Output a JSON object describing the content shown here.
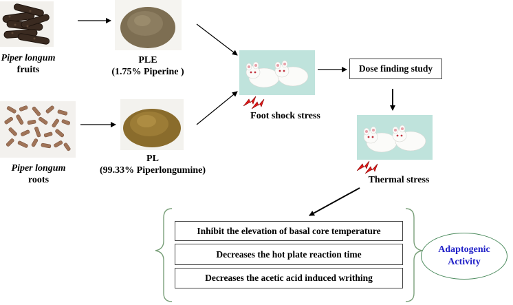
{
  "sources": {
    "fruits": {
      "name": "Piper longum",
      "part": "fruits"
    },
    "roots": {
      "name": "Piper longum",
      "part": "roots"
    }
  },
  "extracts": {
    "ple": {
      "name": "PLE",
      "detail": "(1.75% Piperine )"
    },
    "pl": {
      "name": "PL",
      "detail": "(99.33% Piperlongumine)"
    }
  },
  "stress": {
    "foot_shock": "Foot shock stress",
    "thermal": "Thermal stress"
  },
  "dose_study": "Dose finding study",
  "results": [
    "Inhibit the elevation of basal core temperature",
    "Decreases the hot plate reaction time",
    "Decreases the acetic acid induced writhing"
  ],
  "outcome": {
    "line1": "Adaptogenic",
    "line2": "Activity"
  },
  "colors": {
    "outcome_text": "#2222c8",
    "ellipse_border": "#4a8a5c",
    "bracket": "#7aa07a",
    "bolt": "#e01818"
  }
}
